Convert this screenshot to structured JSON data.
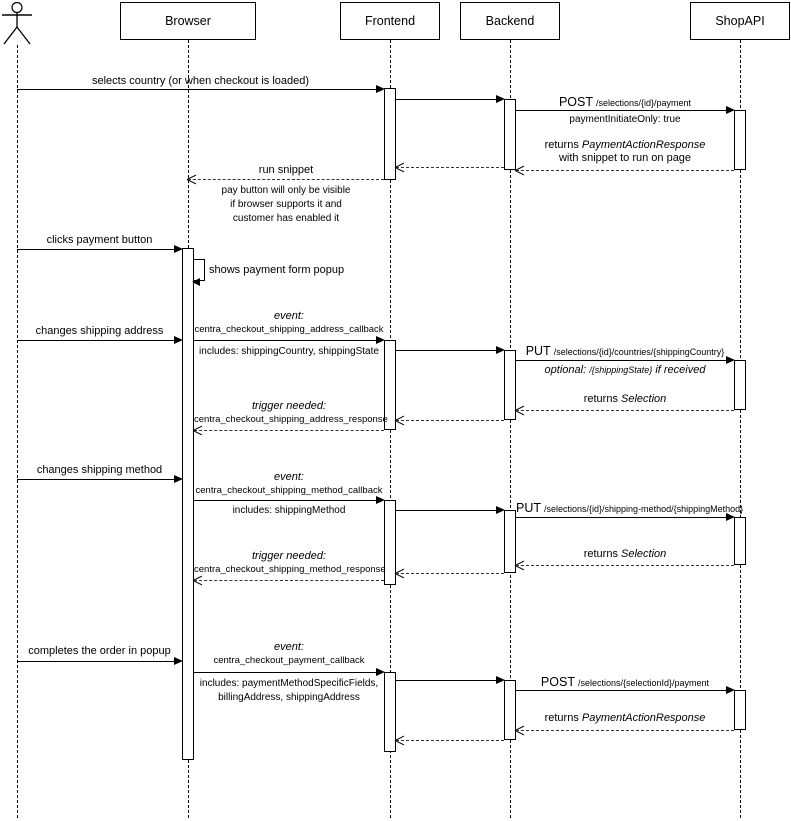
{
  "participants": {
    "browser": "Browser",
    "frontend": "Frontend",
    "backend": "Backend",
    "shopapi": "ShopAPI"
  },
  "flow_init": {
    "selects_country": "selects country (or when checkout is loaded)",
    "post_verb": "POST",
    "post_path": "/selections/{id}/payment",
    "post_note": "paymentInitiateOnly: true",
    "returns_word": "returns",
    "returns_type": "PaymentActionResponse",
    "returns_line2": "with snippet to run on page",
    "run_snippet": "run snippet",
    "note1": "pay button will only be visible",
    "note2": "if browser supports it and",
    "note3": "customer has enabled it"
  },
  "flow_button": {
    "clicks": "clicks payment button",
    "popup": "shows payment form popup"
  },
  "flow_address": {
    "action": "changes shipping address",
    "event_word": "event:",
    "event_name": "centra_checkout_shipping_address_callback",
    "includes": "includes: shippingCountry, shippingState",
    "put_verb": "PUT",
    "put_path": "/selections/{id}/countries/{shippingCountry}",
    "optional_word": "optional:",
    "optional_path": "/{shippingState}",
    "optional_tail": "if received",
    "returns_word": "returns",
    "returns_type": "Selection",
    "trigger_word": "trigger needed:",
    "trigger_name": "centra_checkout_shipping_address_response"
  },
  "flow_method": {
    "action": "changes shipping method",
    "event_word": "event:",
    "event_name": "centra_checkout_shipping_method_callback",
    "includes": "includes: shippingMethod",
    "put_verb": "PUT",
    "put_path": "/selections/{id}/shipping-method/{shippingMethod}",
    "returns_word": "returns",
    "returns_type": "Selection",
    "trigger_word": "trigger needed:",
    "trigger_name": "centra_checkout_shipping_method_response"
  },
  "flow_payment": {
    "action": "completes the order in popup",
    "event_word": "event:",
    "event_name": "centra_checkout_payment_callback",
    "includes1": "includes: paymentMethodSpecificFields,",
    "includes2": "billingAddress, shippingAddress",
    "post_verb": "POST",
    "post_path": "/selections/{selectionId}/payment",
    "returns_word": "returns",
    "returns_type": "PaymentActionResponse"
  },
  "colors": {
    "line": "#000000",
    "background": "#ffffff"
  }
}
